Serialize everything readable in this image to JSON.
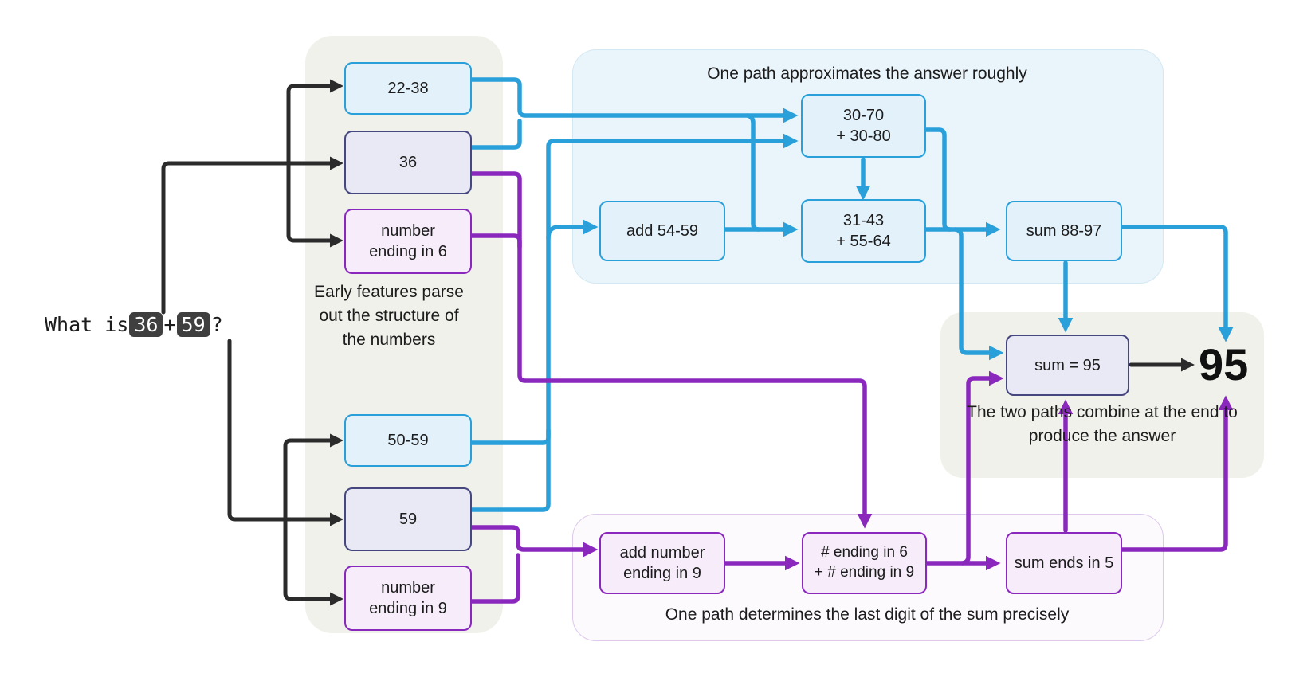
{
  "prompt": {
    "prefix": "What is ",
    "token_36": "36",
    "operator": " + ",
    "token_59": "59",
    "suffix": "?"
  },
  "input_features": {
    "caption": "Early features parse out the structure of the numbers",
    "from_36": [
      {
        "label": "22-38"
      },
      {
        "label": "36"
      },
      {
        "label": "number ending in 6"
      }
    ],
    "from_59": [
      {
        "label": "50-59"
      },
      {
        "label": "59"
      },
      {
        "label": "number ending in 9"
      }
    ]
  },
  "approximate_path": {
    "title": "One path approximates the answer roughly",
    "box_sum_range": {
      "line1": "30-70",
      "line2": "+ 30-80"
    },
    "box_add_range": "add 54-59",
    "box_narrow_range": {
      "line1": "31-43",
      "line2": "+ 55-64"
    },
    "box_sum_estimate": "sum 88-97"
  },
  "precise_path": {
    "caption": "One path determines the last digit of the sum precisely",
    "box_add_ending": {
      "line1": "add number",
      "line2": "ending in 9"
    },
    "box_combine_endings": {
      "line1": "# ending in 6",
      "line2": "+ # ending in 9"
    },
    "box_last_digit": "sum ends in 5"
  },
  "combination": {
    "caption": "The two paths combine at the end to produce the answer",
    "box_sum": "sum = 95",
    "answer": "95"
  },
  "colors": {
    "blue": "#2aa0da",
    "purple": "#8a28bd",
    "black": "#2b2b2b",
    "token_bg": "#3f3f3f",
    "beige_panel": "#f1f1ec",
    "blue_panel": "#eaf4fb",
    "purple_panel": "#fcfafd"
  }
}
